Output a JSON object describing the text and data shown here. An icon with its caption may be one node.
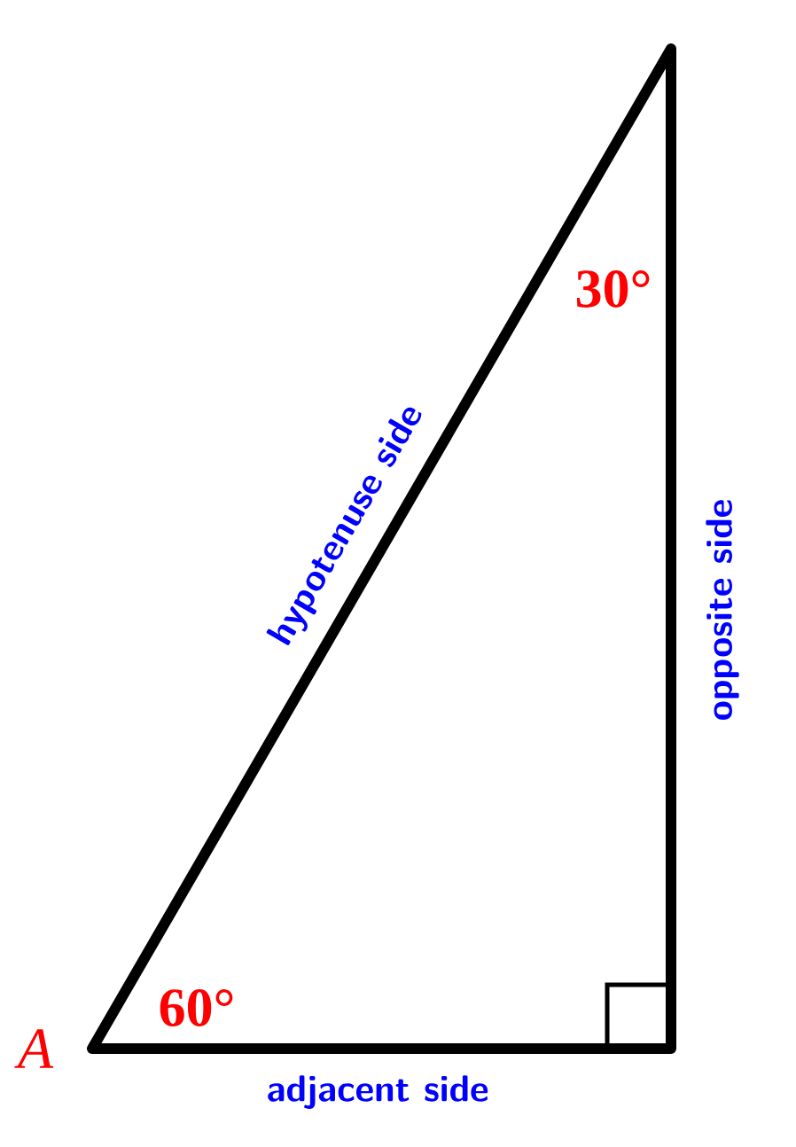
{
  "diagram": {
    "labels": [
      "30°",
      "hypotenuse side",
      "opposite side",
      "60°",
      "A",
      "adjacent side"
    ]
  }
}
